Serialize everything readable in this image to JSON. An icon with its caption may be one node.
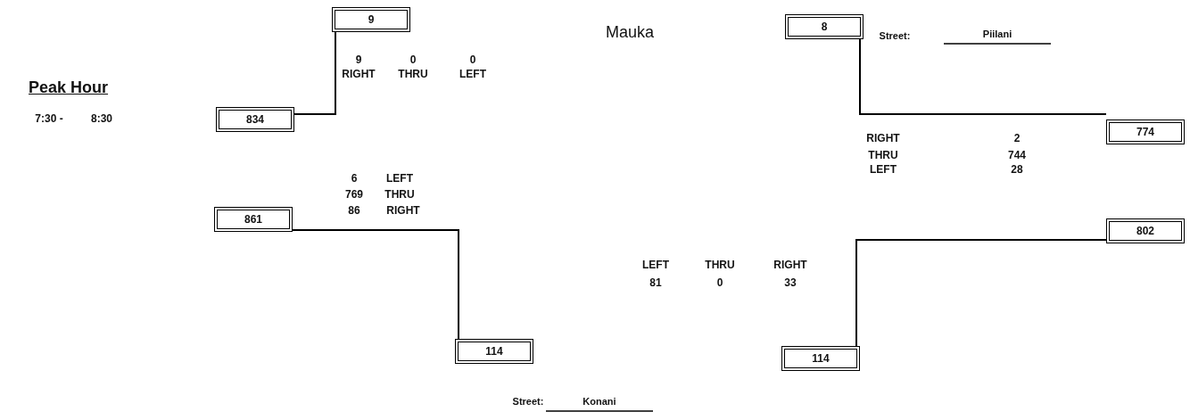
{
  "diagram": {
    "title": "Peak Hour",
    "nodes": [
      {
        "text": [
          "9"
        ]
      },
      {
        "text": [
          "8"
        ]
      },
      {
        "text": [
          "834"
        ]
      },
      {
        "text": [
          "774"
        ]
      },
      {
        "text": [
          "861"
        ]
      },
      {
        "text": [
          "802"
        ]
      },
      {
        "text": [
          "114"
        ]
      },
      {
        "text": [
          "114"
        ]
      }
    ],
    "edges": [
      {
        "from": 0,
        "to": 2,
        "arrow": "none"
      },
      {
        "from": 1,
        "to": 3,
        "arrow": "none"
      },
      {
        "from": 4,
        "to": 6,
        "arrow": "none"
      },
      {
        "from": 7,
        "to": 5,
        "arrow": "none"
      }
    ],
    "labels": [
      "Mauka",
      "Street:",
      "Piilani",
      "9",
      "0",
      "0",
      "RIGHT",
      "THRU",
      "LEFT",
      "7:30 -",
      "8:30",
      "RIGHT",
      "2",
      "THRU",
      "744",
      "LEFT",
      "28",
      "6",
      "LEFT",
      "769",
      "THRU",
      "86",
      "RIGHT",
      "LEFT",
      "THRU",
      "RIGHT",
      "81",
      "0",
      "33",
      "Street:",
      "Konani"
    ]
  }
}
